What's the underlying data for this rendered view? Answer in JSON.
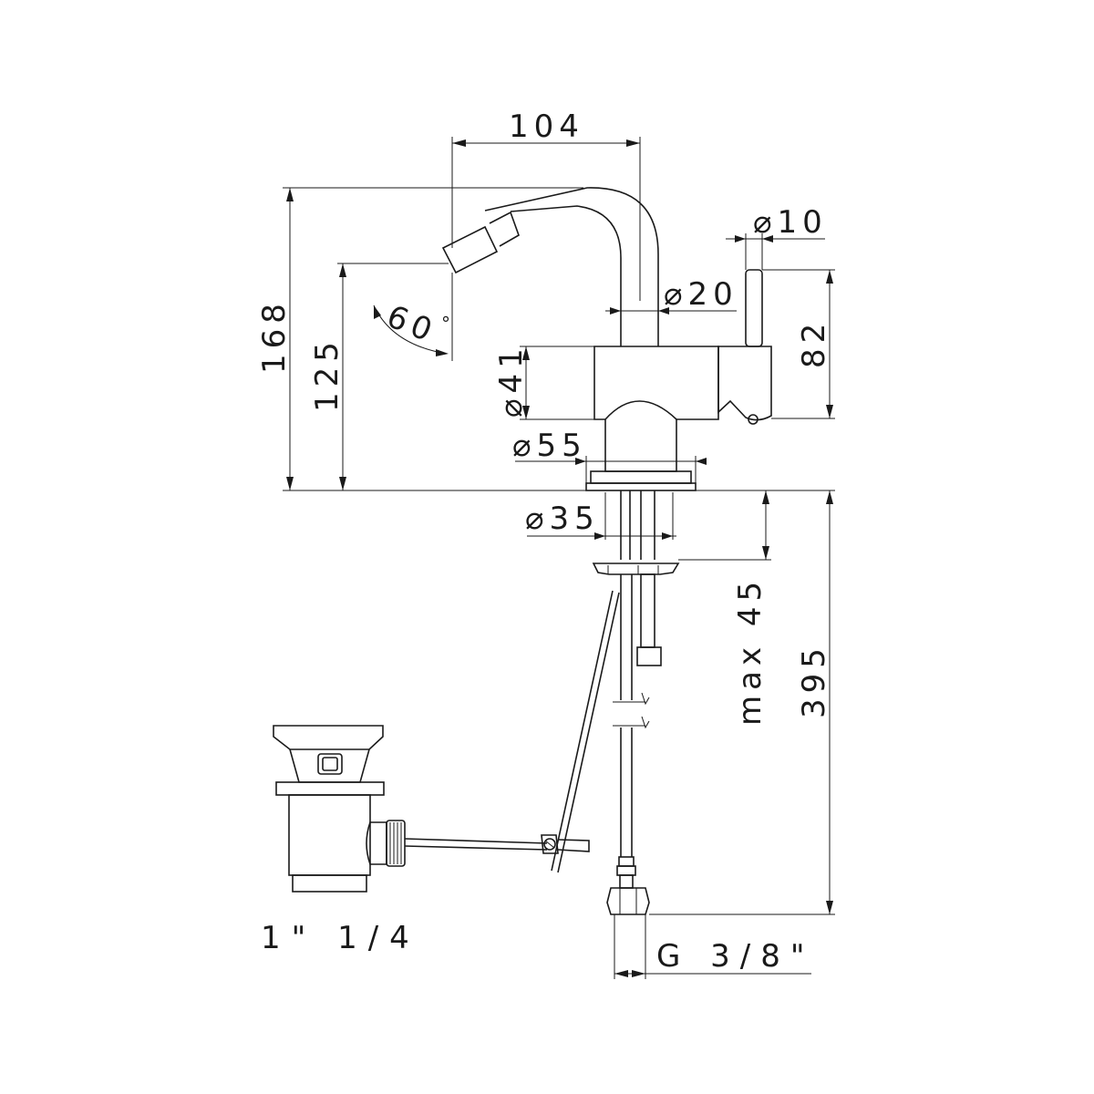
{
  "dimensions": {
    "spout_reach": "104",
    "lever_diameter": "⌀10",
    "spout_diameter": "⌀20",
    "lever_height": "82",
    "total_height": "168",
    "spout_height": "125",
    "spray_angle": "60",
    "degree_symbol": "°",
    "body_diameter": "⌀41",
    "base_diameter": "⌀55",
    "shank_diameter": "⌀35",
    "max_deck_thickness": "max 45",
    "hose_length": "395",
    "hose_connection": "G 3/8\"",
    "waste_size": "1\" 1/4"
  }
}
